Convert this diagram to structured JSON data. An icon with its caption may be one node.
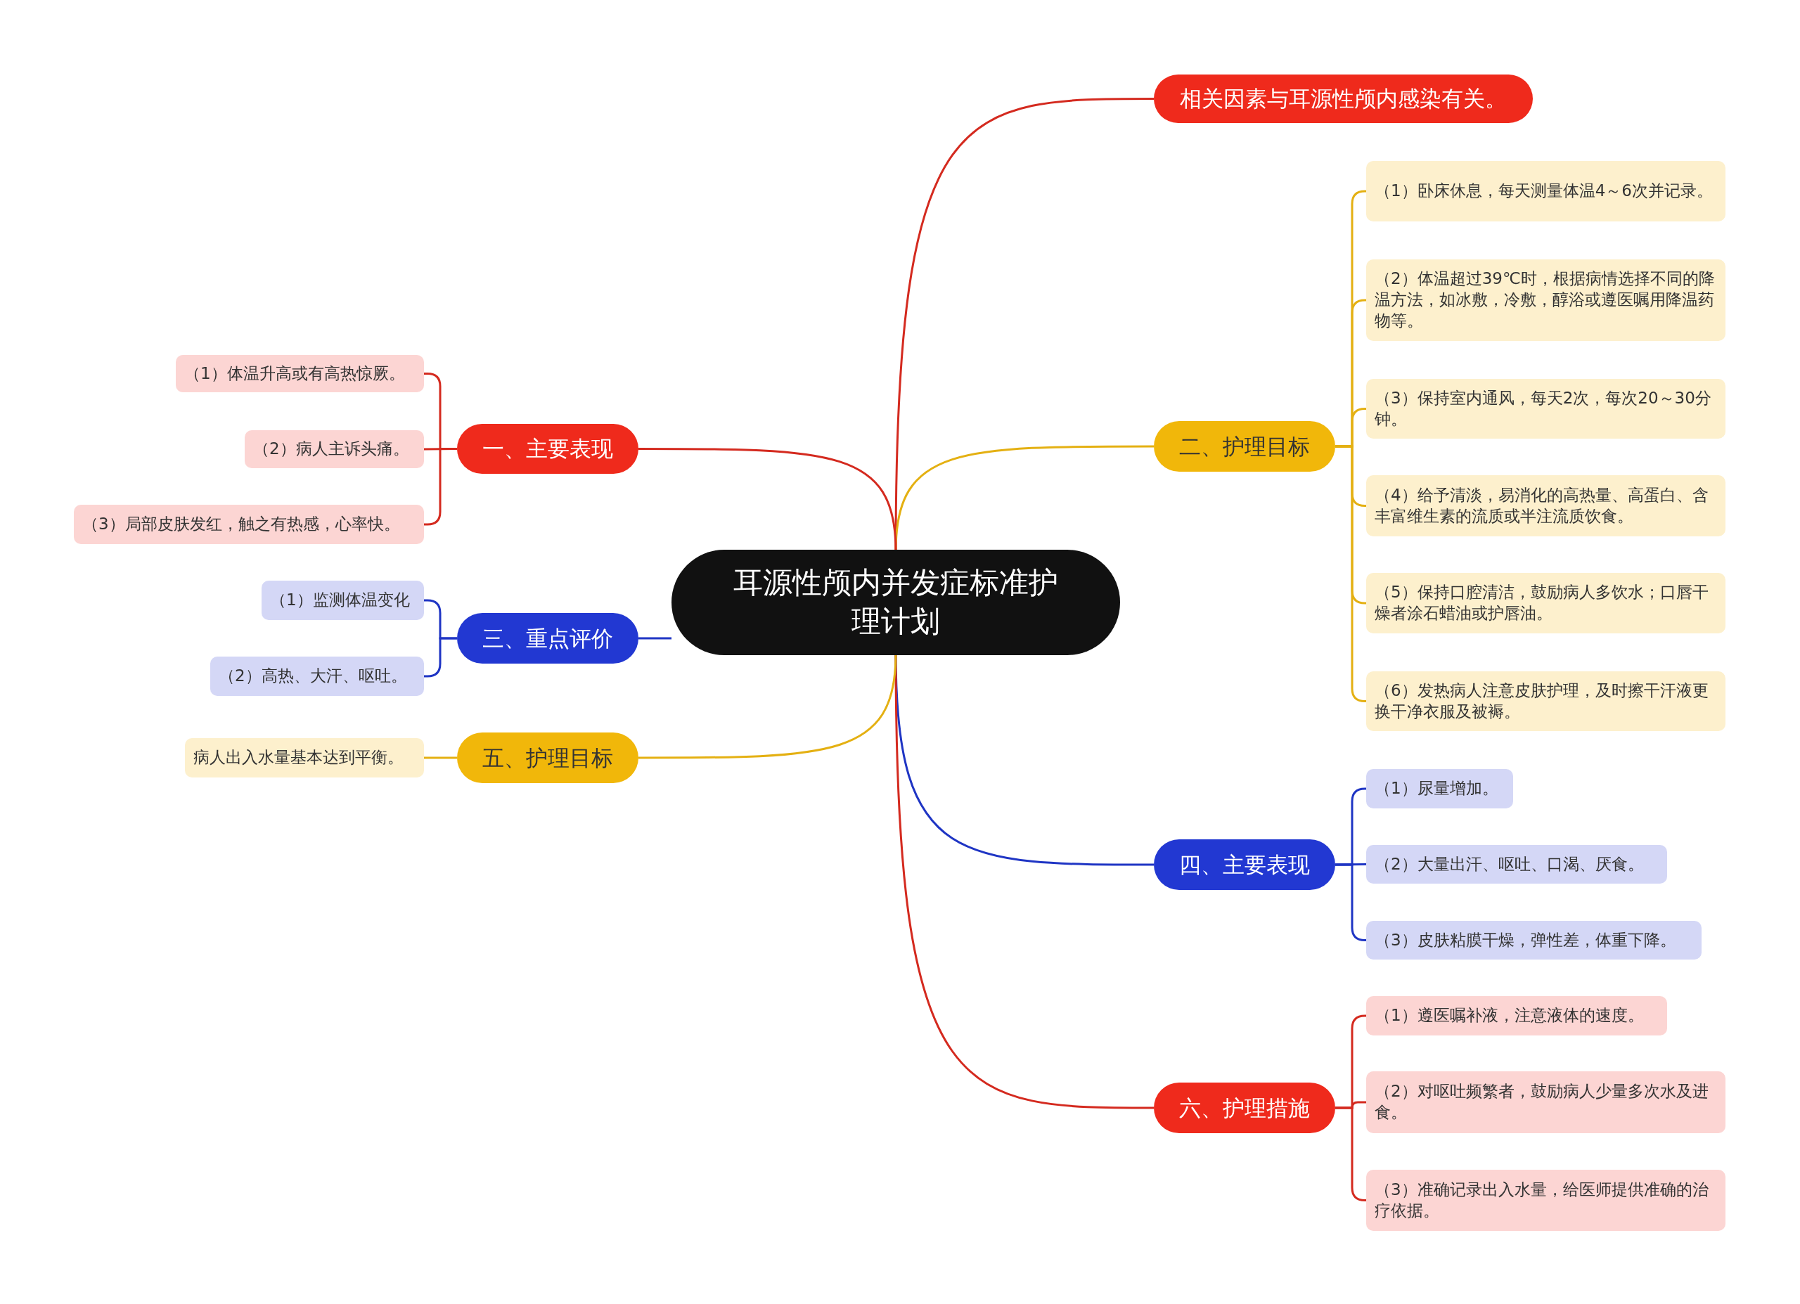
{
  "diagram": {
    "nodes": [
      {
        "text": [
          "耳源性颅内并发症标准护理计划"
        ]
      },
      {
        "text": [
          "相关因素与耳源性颅内感染有关。"
        ]
      },
      {
        "text": [
          "二、护理目标"
        ]
      },
      {
        "text": [
          "（1）卧床休息，每天测量体温4～6次并记录。"
        ]
      },
      {
        "text": [
          "（2）体温超过39℃时，根据病情选择不同的降温方法，如冰敷，冷敷，醇浴或遵医嘱用降温药物等。"
        ]
      },
      {
        "text": [
          "（3）保持室内通风，每天2次，每次20～30分钟。"
        ]
      },
      {
        "text": [
          "（4）给予清淡，易消化的高热量、高蛋白、含丰富维生素的流质或半注流质饮食。"
        ]
      },
      {
        "text": [
          "（5）保持口腔清洁，鼓励病人多饮水；口唇干燥者涂石蜡油或护唇油。"
        ]
      },
      {
        "text": [
          "（6）发热病人注意皮肤护理，及时擦干汗液更换干净衣服及被褥。"
        ]
      },
      {
        "text": [
          "四、主要表现"
        ]
      },
      {
        "text": [
          "（1）尿量增加。"
        ]
      },
      {
        "text": [
          "（2）大量出汗、呕吐、口渴、厌食。"
        ]
      },
      {
        "text": [
          "（3）皮肤粘膜干燥，弹性差，体重下降。"
        ]
      },
      {
        "text": [
          "六、护理措施"
        ]
      },
      {
        "text": [
          "（1）遵医嘱补液，注意液体的速度。"
        ]
      },
      {
        "text": [
          "（2）对呕吐频繁者，鼓励病人少量多次水及进食。"
        ]
      },
      {
        "text": [
          "（3）准确记录出入水量，给医师提供准确的治疗依据。"
        ]
      },
      {
        "text": [
          "一、主要表现"
        ]
      },
      {
        "text": [
          "（1）体温升高或有高热惊厥。"
        ]
      },
      {
        "text": [
          "（2）病人主诉头痛。"
        ]
      },
      {
        "text": [
          "（3）局部皮肤发红，触之有热感，心率快。"
        ]
      },
      {
        "text": [
          "三、重点评价"
        ]
      },
      {
        "text": [
          "（1）监测体温变化"
        ]
      },
      {
        "text": [
          "（2）高热、大汗、呕吐。"
        ]
      },
      {
        "text": [
          "五、护理目标"
        ]
      },
      {
        "text": [
          "病人出入水量基本达到平衡。"
        ]
      }
    ],
    "edges": [
      {
        "from": 0,
        "to": 1,
        "arrow": "none",
        "color": "#d42a1f"
      },
      {
        "from": 0,
        "to": 2,
        "arrow": "none",
        "color": "#e4b012"
      },
      {
        "from": 2,
        "to": 3,
        "arrow": "none",
        "color": "#e4b012"
      },
      {
        "from": 2,
        "to": 4,
        "arrow": "none",
        "color": "#e4b012"
      },
      {
        "from": 2,
        "to": 5,
        "arrow": "none",
        "color": "#e4b012"
      },
      {
        "from": 2,
        "to": 6,
        "arrow": "none",
        "color": "#e4b012"
      },
      {
        "from": 2,
        "to": 7,
        "arrow": "none",
        "color": "#e4b012"
      },
      {
        "from": 2,
        "to": 8,
        "arrow": "none",
        "color": "#e4b012"
      },
      {
        "from": 0,
        "to": 9,
        "arrow": "none",
        "color": "#1f35c4"
      },
      {
        "from": 9,
        "to": 10,
        "arrow": "none",
        "color": "#1f35c4"
      },
      {
        "from": 9,
        "to": 11,
        "arrow": "none",
        "color": "#1f35c4"
      },
      {
        "from": 9,
        "to": 12,
        "arrow": "none",
        "color": "#1f35c4"
      },
      {
        "from": 0,
        "to": 13,
        "arrow": "none",
        "color": "#d42a1f"
      },
      {
        "from": 13,
        "to": 14,
        "arrow": "none",
        "color": "#d42a1f"
      },
      {
        "from": 13,
        "to": 15,
        "arrow": "none",
        "color": "#d42a1f"
      },
      {
        "from": 13,
        "to": 16,
        "arrow": "none",
        "color": "#d42a1f"
      },
      {
        "from": 0,
        "to": 17,
        "arrow": "none",
        "color": "#d42a1f"
      },
      {
        "from": 17,
        "to": 18,
        "arrow": "none",
        "color": "#d42a1f"
      },
      {
        "from": 17,
        "to": 19,
        "arrow": "none",
        "color": "#d42a1f"
      },
      {
        "from": 17,
        "to": 20,
        "arrow": "none",
        "color": "#d42a1f"
      },
      {
        "from": 0,
        "to": 21,
        "arrow": "none",
        "color": "#1f35c4"
      },
      {
        "from": 21,
        "to": 22,
        "arrow": "none",
        "color": "#1f35c4"
      },
      {
        "from": 21,
        "to": 23,
        "arrow": "none",
        "color": "#1f35c4"
      },
      {
        "from": 0,
        "to": 24,
        "arrow": "none",
        "color": "#e4b012"
      },
      {
        "from": 24,
        "to": 25,
        "arrow": "none",
        "color": "#e4b012"
      }
    ]
  }
}
